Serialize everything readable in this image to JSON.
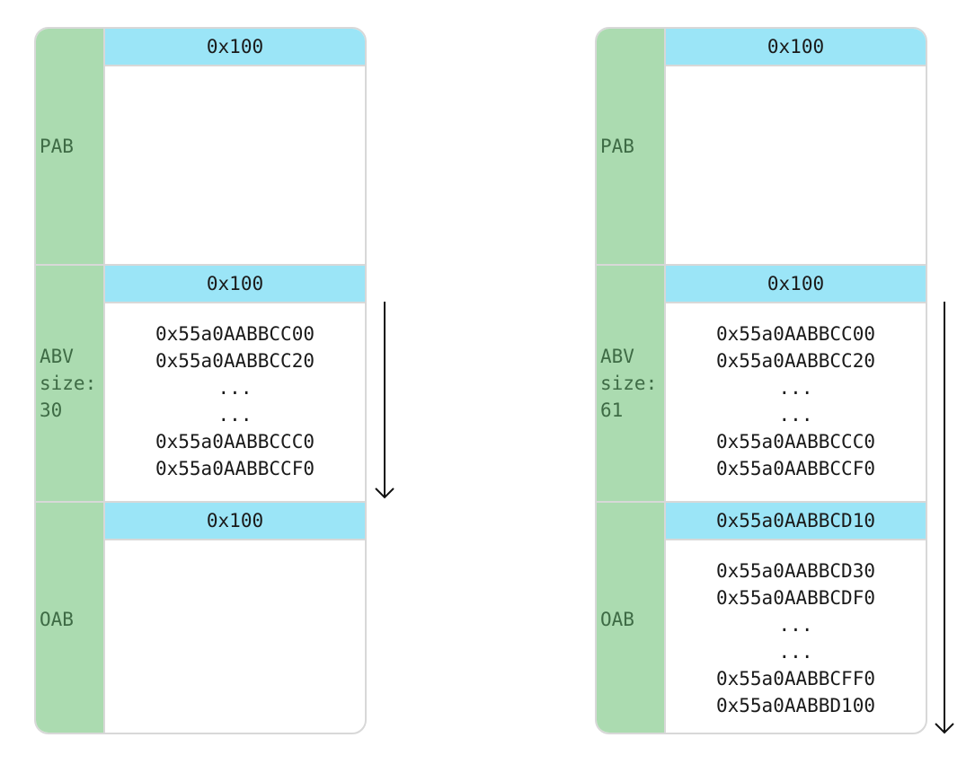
{
  "diagrams": [
    {
      "sections": [
        {
          "label": "PAB",
          "header": "0x100",
          "entries": []
        },
        {
          "label": "ABV\nsize:\n30",
          "header": "0x100",
          "entries": [
            "0x55a0AABBCC00",
            "0x55a0AABBCC20",
            "...",
            "...",
            "0x55a0AABBCCC0",
            "0x55a0AABBCCF0"
          ]
        },
        {
          "label": "OAB",
          "header": "0x100",
          "entries": []
        }
      ]
    },
    {
      "sections": [
        {
          "label": "PAB",
          "header": "0x100",
          "entries": []
        },
        {
          "label": "ABV\nsize:\n61",
          "header": "0x100",
          "entries": [
            "0x55a0AABBCC00",
            "0x55a0AABBCC20",
            "...",
            "...",
            "0x55a0AABBCCC0",
            "0x55a0AABBCCF0"
          ]
        },
        {
          "label": "OAB",
          "header": "0x55a0AABBCD10",
          "entries": [
            "0x55a0AABBCD30",
            "0x55a0AABBCDF0",
            "...",
            "...",
            "0x55a0AABBCFF0",
            "0x55a0AABBD100"
          ]
        }
      ]
    }
  ],
  "colors": {
    "label_bg": "#abdbb0",
    "label_text": "#3e6b45",
    "header_bg": "#9be5f7",
    "border": "#d8d8d8"
  }
}
